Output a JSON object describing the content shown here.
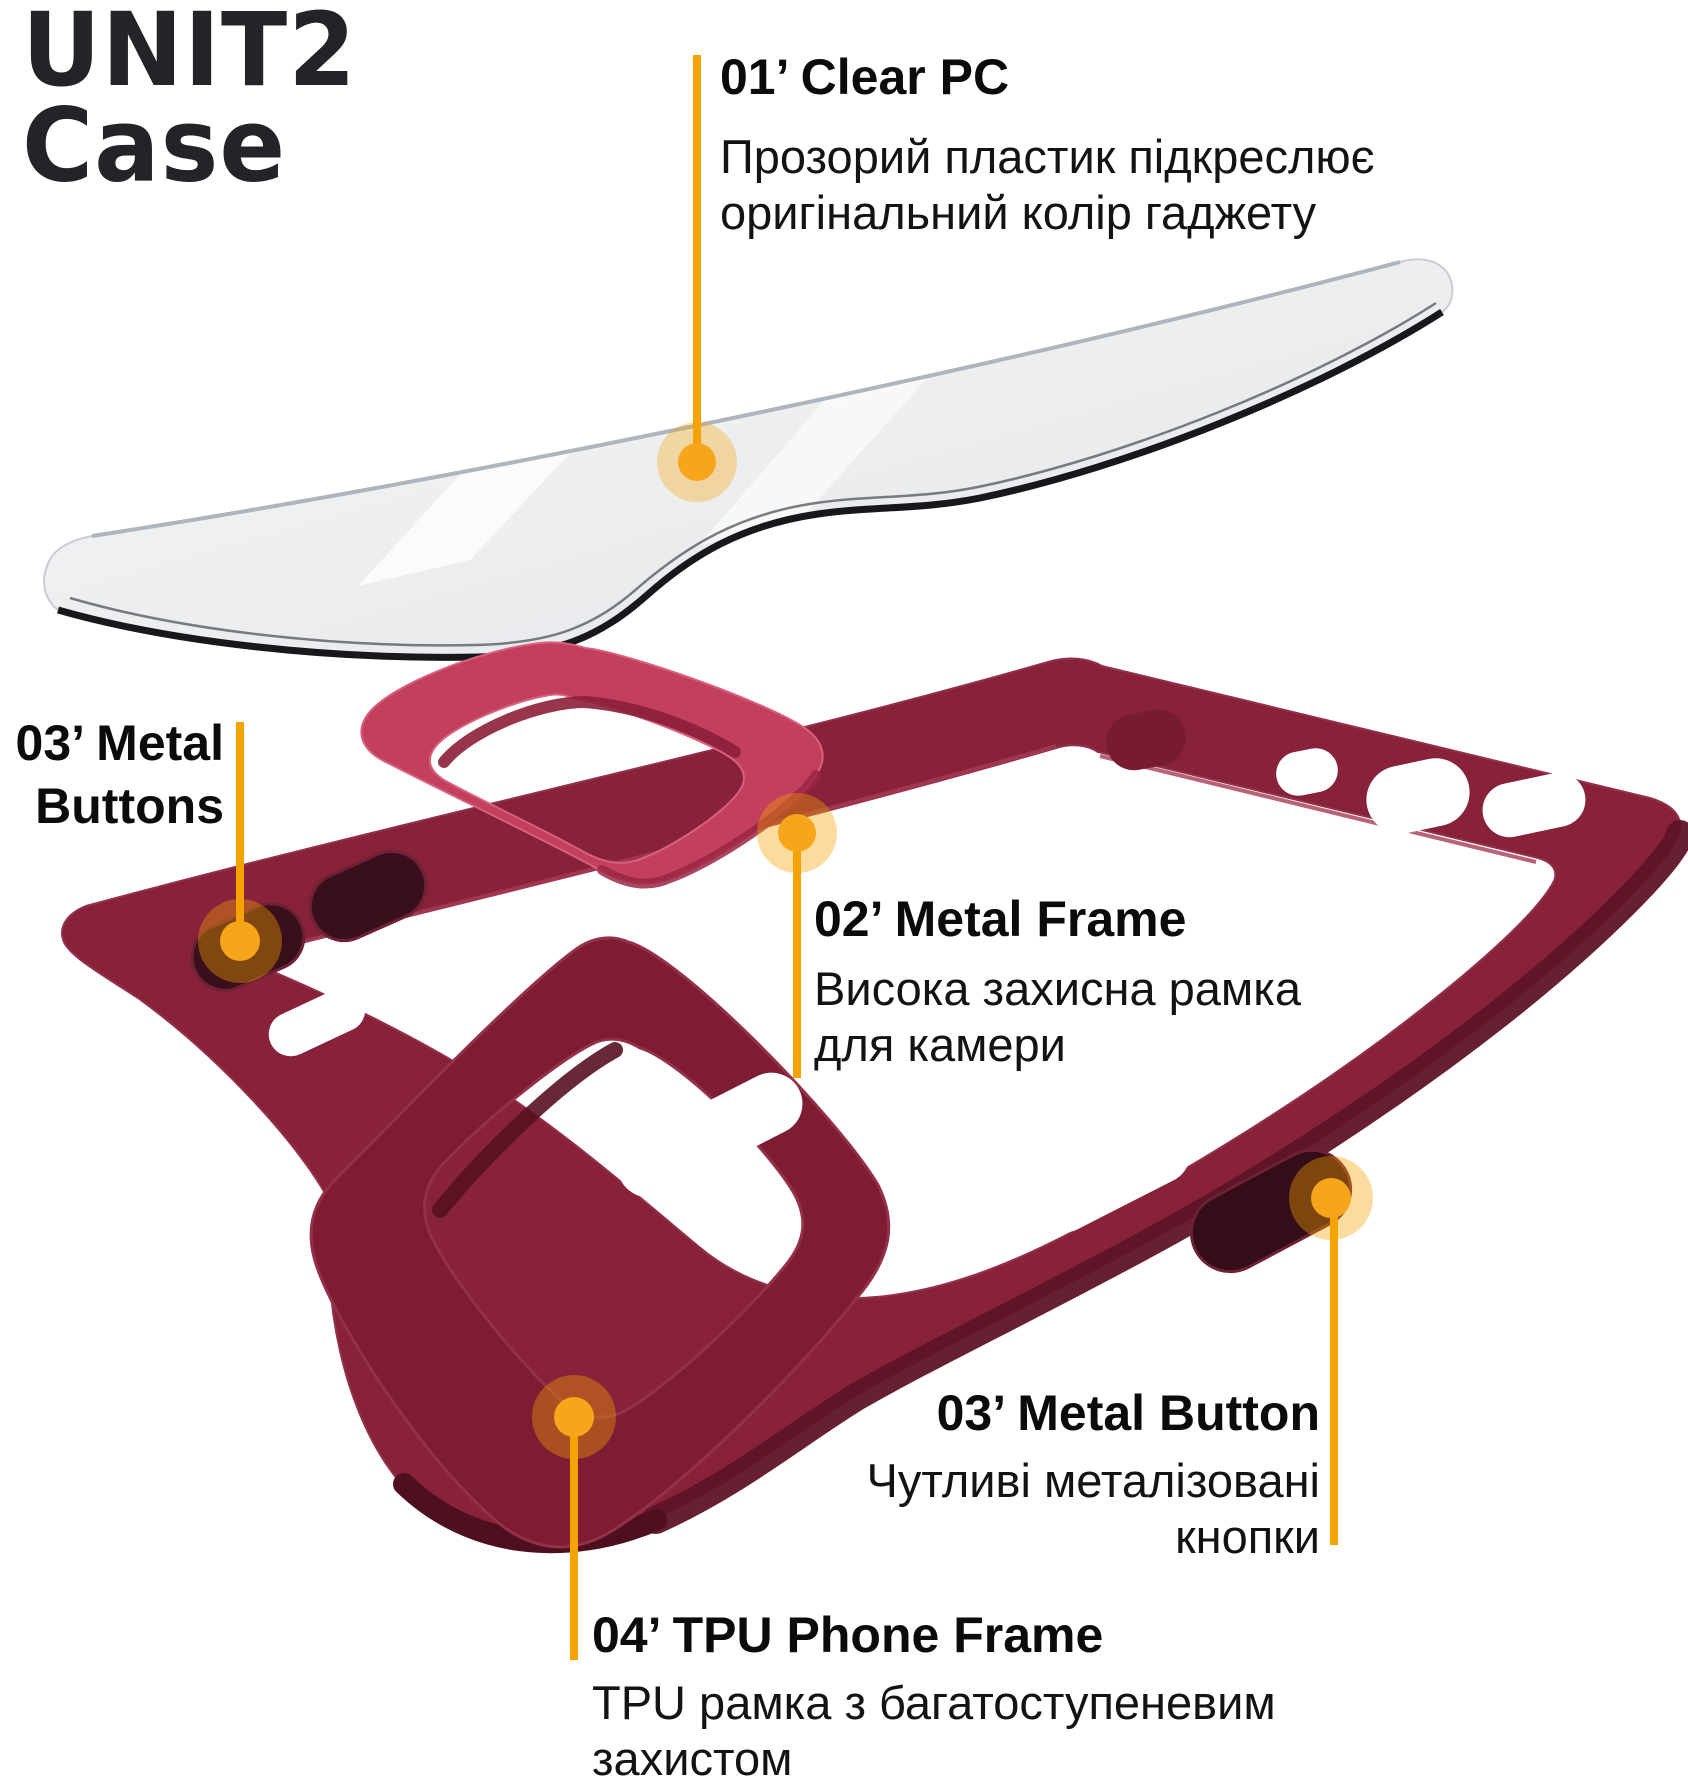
{
  "brand": {
    "line1": "UNIT2",
    "line2": "Case"
  },
  "accent_color": "#F5A300",
  "case_color": "#88213A",
  "metal_frame_color": "#C33F5E",
  "button_color": "#390F1C",
  "callouts": {
    "clear_pc": {
      "title": "01’ Clear PC",
      "description": "Прозорий пластик підкреслює\nоригінальний колір гаджету"
    },
    "metal_frame": {
      "title": "02’ Metal Frame",
      "description": "Висока захисна рамка\nдля камери"
    },
    "metal_buttons": {
      "title": "03’ Metal\nButtons",
      "description": ""
    },
    "metal_button": {
      "title": "03’ Metal Button",
      "description": "Чутливі металізовані\nкнопки"
    },
    "tpu_frame": {
      "title": "04’ TPU Phone Frame",
      "description": "TPU рамка з багатоступеневим\nзахистом"
    }
  }
}
